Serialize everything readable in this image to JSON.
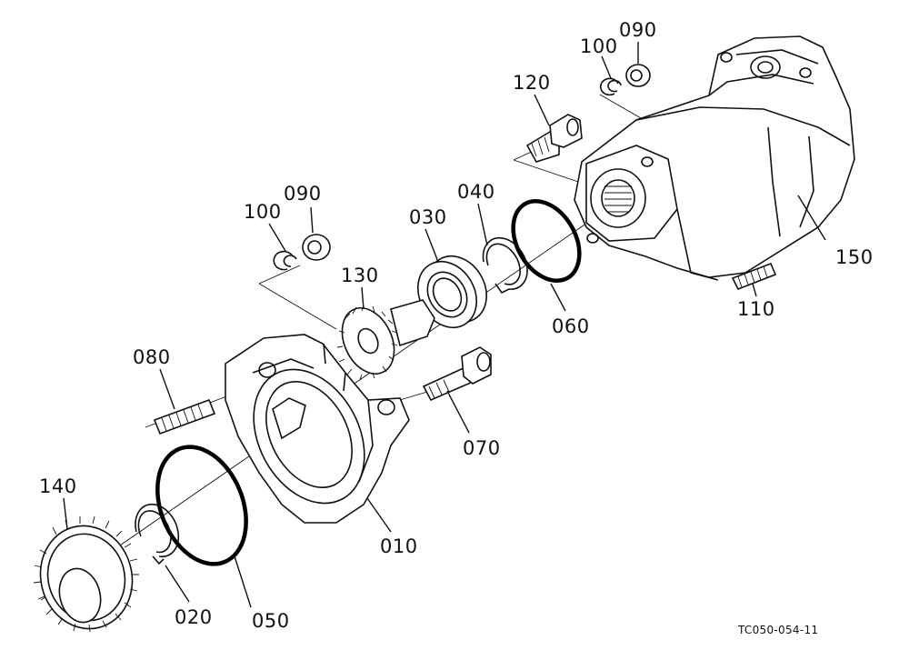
{
  "diagram": {
    "reference_code": "TC050-054-11",
    "labels": {
      "p010": "010",
      "p020": "020",
      "p030": "030",
      "p040": "040",
      "p050": "050",
      "p060": "060",
      "p070": "070",
      "p080": "080",
      "p090_upper": "090",
      "p090_lower": "090",
      "p100_upper": "100",
      "p100_lower": "100",
      "p110": "110",
      "p120": "120",
      "p130": "130",
      "p140": "140",
      "p150": "150"
    }
  }
}
